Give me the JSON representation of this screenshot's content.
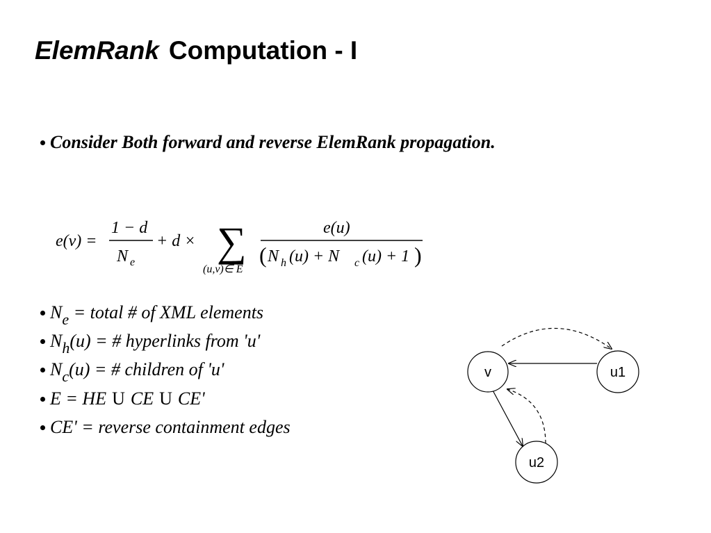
{
  "slide": {
    "title_emph": "ElemRank",
    "title_rest": "Computation - I"
  },
  "bullet_main": "Consider Both forward and reverse ElemRank propagation.",
  "formula": {
    "lhs": "e(v) =",
    "frac1_num": "1 − d",
    "frac1_den_N": "N",
    "frac1_den_sub": "e",
    "plus_d_times": "+ d ×",
    "sigma": "∑",
    "sum_range": "(u,v)∈ E",
    "frac2_num": "e(u)",
    "den_N1": "N",
    "den_sub1": "h",
    "den_mid": "(u) + N",
    "den_sub2": "c",
    "den_end": "(u) + 1",
    "paren_open": "(",
    "paren_close": ")"
  },
  "definitions": [
    {
      "main": "N",
      "sub": "e",
      "text": " = total # of XML elements"
    },
    {
      "main": "N",
      "sub": "h",
      "text": "(u) = # hyperlinks from 'u'"
    },
    {
      "main": "N",
      "sub": "c",
      "text": "(u) = # children of 'u'"
    }
  ],
  "def_union": {
    "p1": "E = HE",
    "u1": "U",
    "p2": "CE",
    "u2": "U",
    "p3": "CE'"
  },
  "def_reverse": "CE' = reverse containment edges",
  "graph": {
    "nodes": {
      "v": "v",
      "u1": "u1",
      "u2": "u2"
    }
  }
}
